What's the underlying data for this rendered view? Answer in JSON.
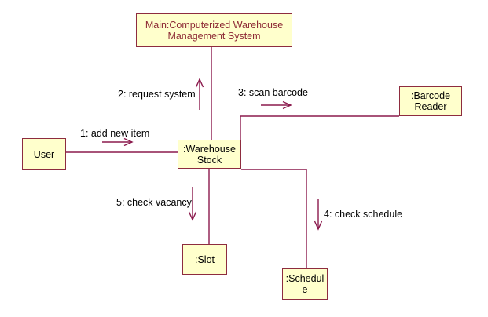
{
  "diagram": {
    "type": "uml-collaboration-diagram",
    "colors": {
      "background": "#ffffff",
      "box_fill": "#ffffcc",
      "box_border": "#8e2c3f",
      "line": "#8b1a4d",
      "object_text": "#000000",
      "main_title_text": "#8e2b36",
      "label_text": "#000000"
    },
    "objects": [
      {
        "id": "main-system",
        "lines": [
          "Main:Computerized Warehouse",
          "Management System"
        ]
      },
      {
        "id": "user",
        "lines": [
          "User"
        ]
      },
      {
        "id": "warehouse-stock",
        "lines": [
          ":Warehouse",
          "Stock"
        ]
      },
      {
        "id": "barcode-reader",
        "lines": [
          ":Barcode",
          "Reader"
        ]
      },
      {
        "id": "slot",
        "lines": [
          ":Slot"
        ]
      },
      {
        "id": "schedule",
        "lines": [
          ":Schedul",
          "e"
        ]
      }
    ],
    "messages": [
      {
        "seq": "1",
        "label": "1: add new item",
        "direction": "right"
      },
      {
        "seq": "2",
        "label": "2: request system",
        "direction": "up"
      },
      {
        "seq": "3",
        "label": "3: scan barcode",
        "direction": "right"
      },
      {
        "seq": "4",
        "label": "4: check schedule",
        "direction": "down"
      },
      {
        "seq": "5",
        "label": "5: check vacancy",
        "direction": "down"
      }
    ]
  }
}
